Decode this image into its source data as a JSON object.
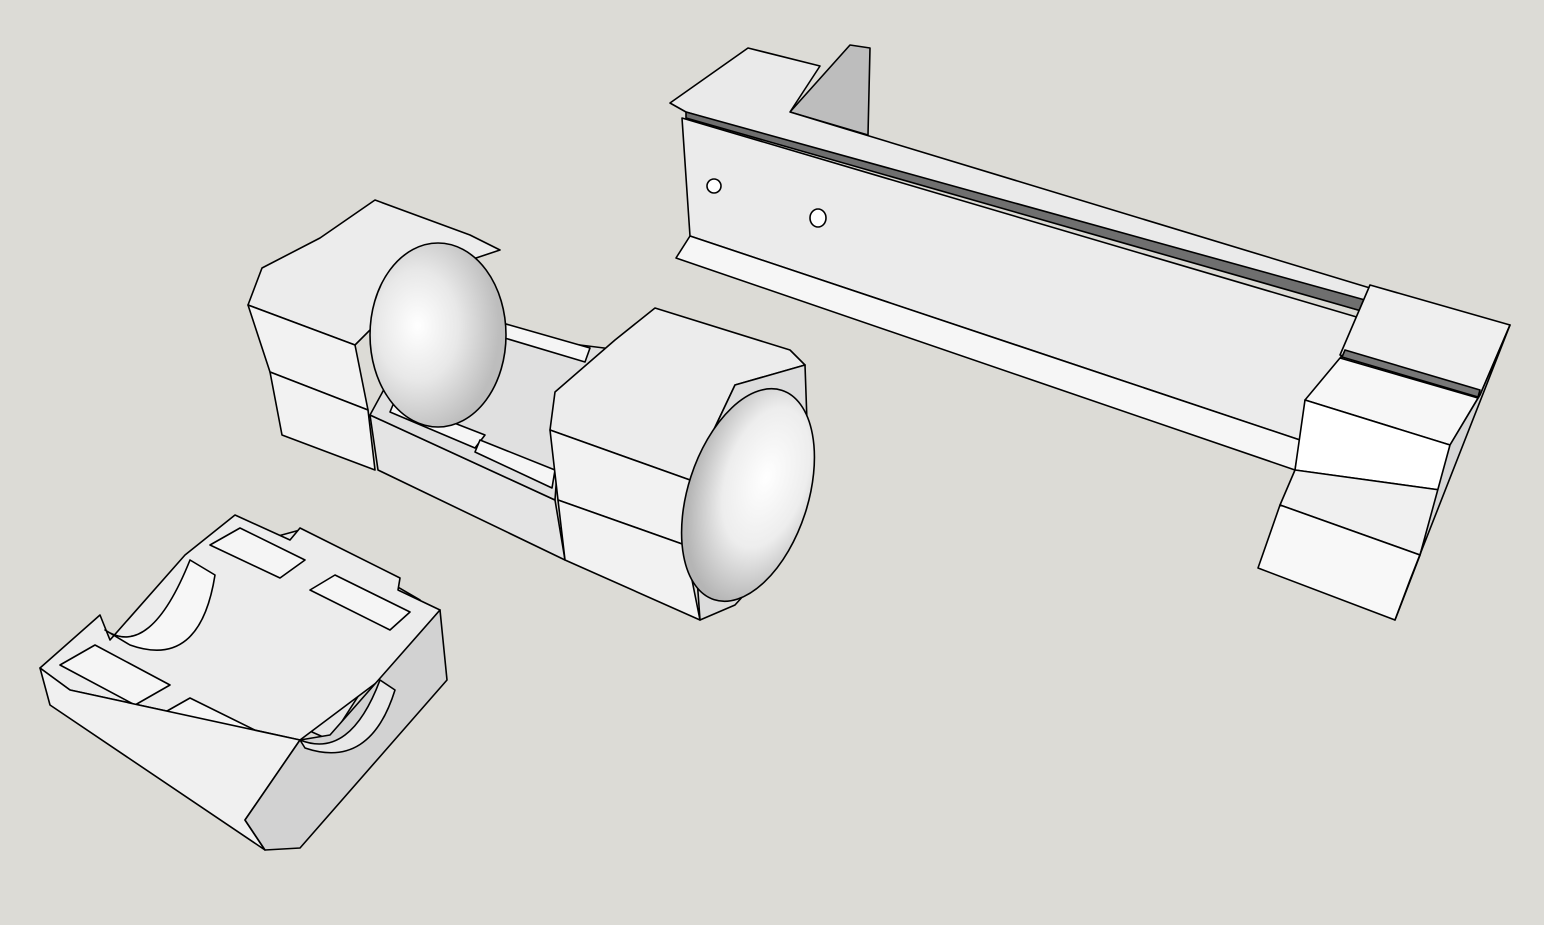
{
  "viewport": {
    "background_color": "#dcdbd6",
    "face_light": "#f2f2f2",
    "face_mid": "#e6e6e6",
    "face_dark": "#c8c8c8",
    "face_shadow": "#a9a9a9",
    "edge_color": "#000000"
  },
  "models": [
    {
      "id": "rail-bracket"
    },
    {
      "id": "bearing-block-assembly"
    },
    {
      "id": "half-clip"
    }
  ]
}
